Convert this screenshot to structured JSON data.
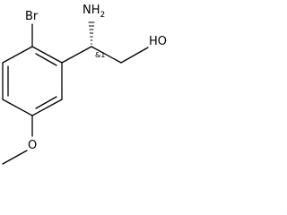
{
  "molecule": {
    "atoms": {
      "bromine": "Br",
      "amine_n": "NH",
      "amine_h_count": "2",
      "hydroxyl": "HO",
      "methoxy_o": "O"
    },
    "stereo_label": "&1"
  }
}
